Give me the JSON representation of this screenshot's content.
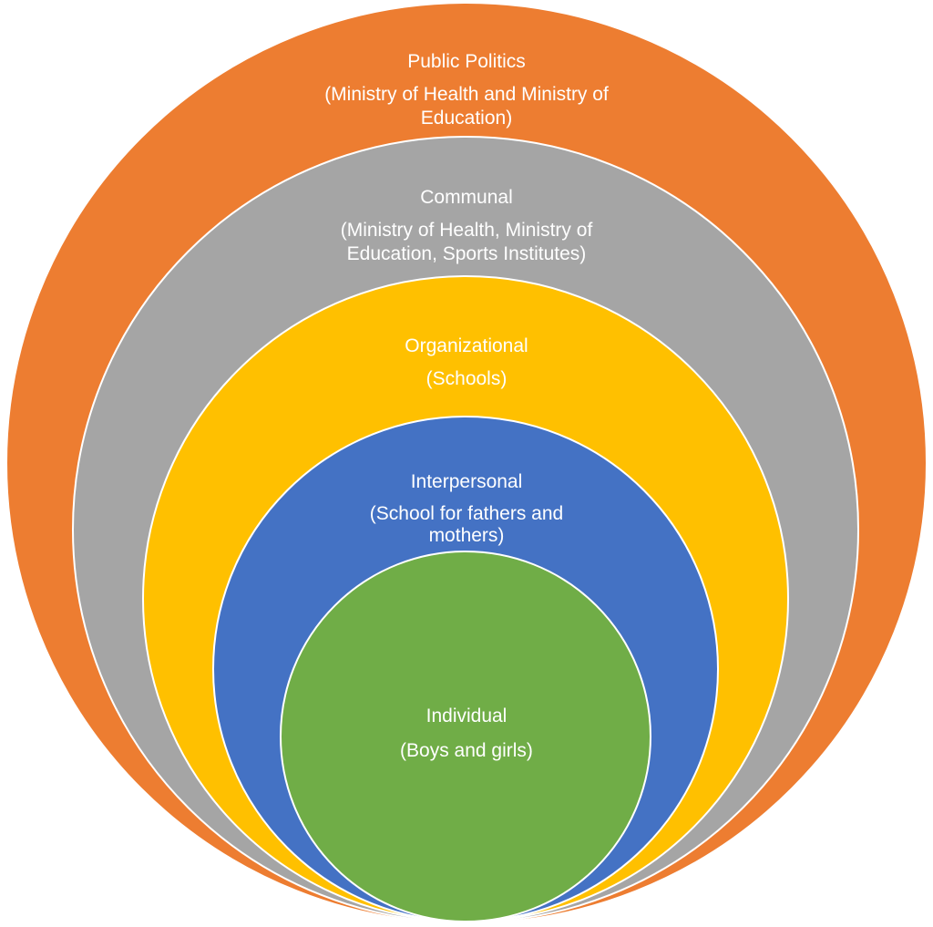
{
  "colors": {
    "public_politics": "#ED7D31",
    "communal": "#A5A5A5",
    "organizational": "#FFC000",
    "interpersonal": "#4472C4",
    "individual": "#70AD47",
    "text": "#FFFFFF",
    "ring_border": "#FFFFFF"
  },
  "levels": [
    {
      "title": "Public Politics",
      "detail": "(Ministry of Health and Ministry of Education)"
    },
    {
      "title": "Communal",
      "detail": "(Ministry of Health, Ministry of Education, Sports Institutes)"
    },
    {
      "title": "Organizational",
      "detail": "(Schools)"
    },
    {
      "title": "Interpersonal",
      "detail": "(School for fathers and mothers)"
    },
    {
      "title": "Individual",
      "detail": "(Boys and girls)"
    }
  ]
}
